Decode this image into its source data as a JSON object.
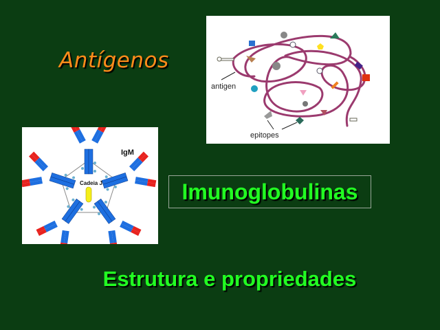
{
  "slide": {
    "title": "Antígenos",
    "center_label": "Imunoglobulinas",
    "subtitle": "Estrutura e propriedades"
  },
  "antigen_figure": {
    "label_antigen": "antigen",
    "label_epitopes": "epitopes"
  },
  "igm_figure": {
    "label_igm": "IgM",
    "label_j_chain": "Cadeia J"
  },
  "colors": {
    "background": "#0b3d12",
    "title": "#ff8c1a",
    "green_text": "#22ff22",
    "chain_blue": "#1e6fe0",
    "chain_red": "#e8231f",
    "antigen_strand": "#9b3a6e"
  }
}
